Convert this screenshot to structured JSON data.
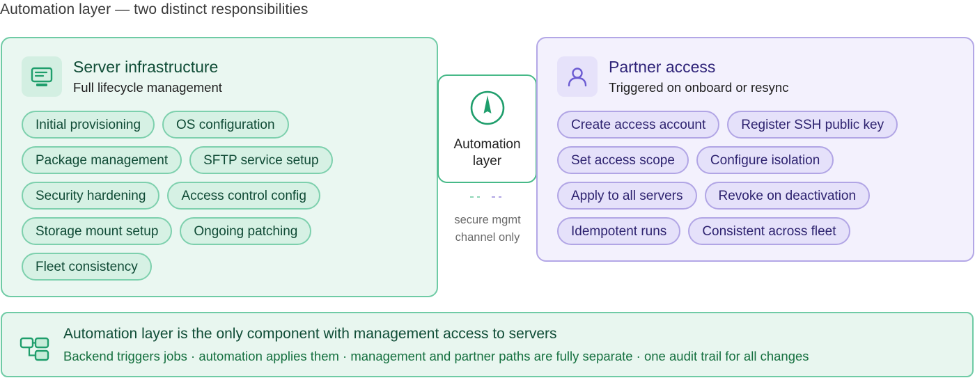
{
  "page_title": "Automation layer — two distinct responsibilities",
  "server_panel": {
    "icon": "server-monitor-icon",
    "title": "Server infrastructure",
    "subtitle": "Full lifecycle management",
    "chips": [
      "Initial provisioning",
      "OS configuration",
      "Package management",
      "SFTP service setup",
      "Security hardening",
      "Access control config",
      "Storage mount setup",
      "Ongoing patching",
      "Fleet consistency"
    ]
  },
  "hub": {
    "icon": "compass-icon",
    "label_line1": "Automation",
    "label_line2": "layer"
  },
  "channel": {
    "line1": "secure mgmt",
    "line2": "channel only"
  },
  "partner_panel": {
    "icon": "user-icon",
    "title": "Partner access",
    "subtitle": "Triggered on onboard or resync",
    "chips": [
      "Create access account",
      "Register SSH public key",
      "Set access scope",
      "Configure isolation",
      "Apply to all servers",
      "Revoke on deactivation",
      "Idempotent runs",
      "Consistent across fleet"
    ]
  },
  "footer": {
    "icon": "component-blocks-icon",
    "title": "Automation layer is the only component with management access to servers",
    "subtitle": "Backend triggers jobs · automation applies them · management and partner paths are fully separate · one audit trail for all changes"
  },
  "colors": {
    "server_accent": "#1f9e6c",
    "partner_accent": "#6b5bd2"
  }
}
